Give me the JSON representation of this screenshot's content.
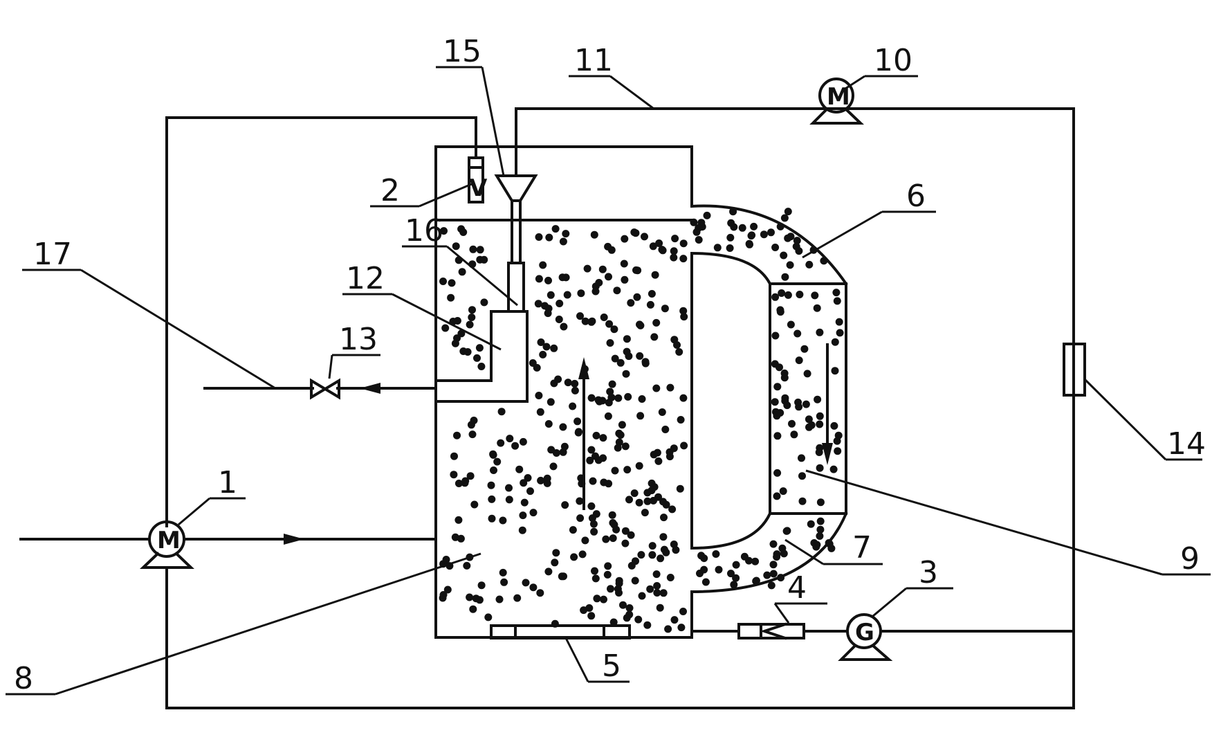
{
  "labels": {
    "l1": "1",
    "l2": "2",
    "l3": "3",
    "l4": "4",
    "l5": "5",
    "l6": "6",
    "l7": "7",
    "l8": "8",
    "l9": "9",
    "l10": "10",
    "l11": "11",
    "l12": "12",
    "l13": "13",
    "l14": "14",
    "l15": "15",
    "l16": "16",
    "l17": "17"
  },
  "symbols": {
    "pump_in": "M",
    "pump_recycle": "M",
    "blower": "G",
    "flowmeter": "V"
  },
  "colors": {
    "line": "#111111",
    "background": "#ffffff"
  }
}
